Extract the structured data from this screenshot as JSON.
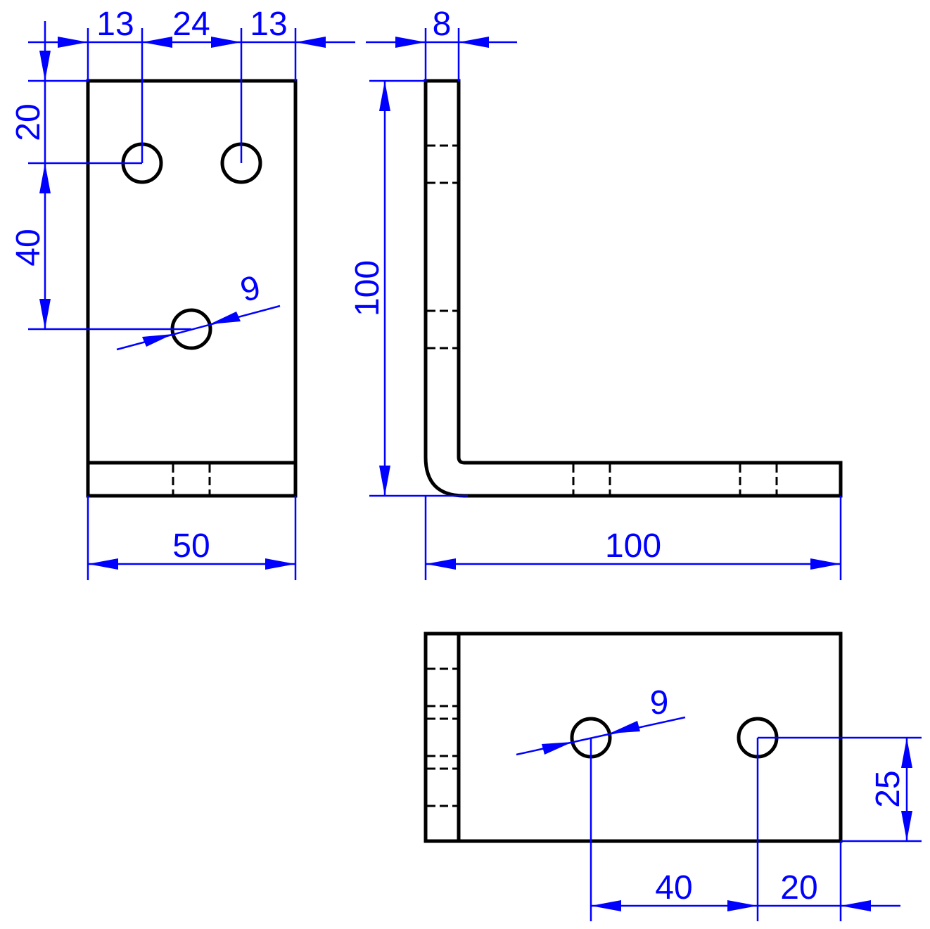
{
  "colors": {
    "part_lines": "#000000",
    "dimension_lines": "#0000ff",
    "background": "#ffffff"
  },
  "front_view": {
    "dim_hole_x_left": "13",
    "dim_hole_pitch": "24",
    "dim_hole_x_right": "13",
    "dim_hole_y_top": "20",
    "dim_hole_spacing_vertical": "40",
    "dim_hole_diameter": "9",
    "dim_width": "50"
  },
  "side_view": {
    "dim_thickness": "8",
    "dim_height": "100",
    "dim_length": "100"
  },
  "top_view": {
    "dim_hole_diameter": "9",
    "dim_hole_spacing": "40",
    "dim_hole_edge": "20",
    "dim_hole_y": "25"
  }
}
